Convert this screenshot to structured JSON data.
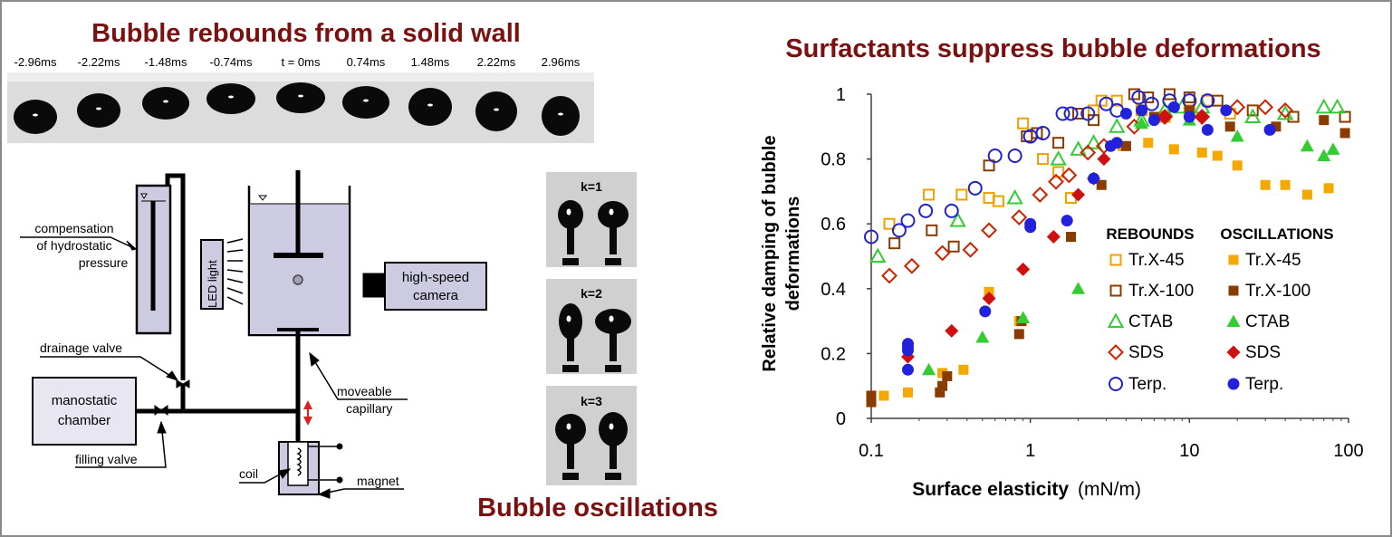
{
  "colors": {
    "title": "#7b1010",
    "frame": "#8a8a8a",
    "panel": "#cdcbe2",
    "axis": "#404040",
    "tr45_open": "#f0a000",
    "tr45_fill": "#f5a800",
    "tr100_open": "#8a3c00",
    "tr100_fill": "#8a3c00",
    "ctab_open": "#33cc33",
    "ctab_fill": "#33cc33",
    "sds_open": "#cc2200",
    "sds_fill": "#d01010",
    "terp_open": "#2222cc",
    "terp_fill": "#2222dd"
  },
  "left": {
    "title_rebound": "Bubble rebounds from a solid wall",
    "frames": [
      "-2.96ms",
      "-2.22ms",
      "-1.48ms",
      "-0.74ms",
      "t = 0ms",
      "0.74ms",
      "1.48ms",
      "2.22ms",
      "2.96ms"
    ],
    "title_osc": "Bubble oscillations",
    "modes": [
      "k=1",
      "k=2",
      "k=3"
    ],
    "labels": {
      "comp1": "compensation",
      "comp2": "of hydrostatic",
      "comp3": "pressure",
      "led": "LED light",
      "cam1": "high-speed",
      "cam2": "camera",
      "drain": "drainage valve",
      "mano1": "manostatic",
      "mano2": "chamber",
      "fill": "filling valve",
      "cap1": "moveable",
      "cap2": "capillary",
      "coil": "coil",
      "magnet": "magnet"
    }
  },
  "chart_data": {
    "type": "scatter",
    "title": "Surfactants suppress bubble deformations",
    "xlabel": "Surface elasticity",
    "xlabel_unit": "(mN/m)",
    "ylabel": "Relative damping of bubble deformations",
    "xscale": "log",
    "xlim": [
      0.1,
      100
    ],
    "ylim": [
      0,
      1
    ],
    "xticks": [
      "0.1",
      "1",
      "10",
      "100"
    ],
    "yticks": [
      "0",
      "0.2",
      "0.4",
      "0.6",
      "0.8",
      "1"
    ],
    "legend_headers": [
      "REBOUNDS",
      "OSCILLATIONS"
    ],
    "legend_entries": [
      "Tr.X-45",
      "Tr.X-100",
      "CTAB",
      "SDS",
      "Terp."
    ],
    "series": [
      {
        "group": "rebounds",
        "name": "Tr.X-45",
        "marker": "square",
        "filled": false,
        "points": [
          [
            0.13,
            0.6
          ],
          [
            0.23,
            0.69
          ],
          [
            0.37,
            0.69
          ],
          [
            0.55,
            0.68
          ],
          [
            0.63,
            0.67
          ],
          [
            0.9,
            0.91
          ],
          [
            1.2,
            0.8
          ],
          [
            1.5,
            0.76
          ],
          [
            1.8,
            0.68
          ],
          [
            2.5,
            0.95
          ],
          [
            2.8,
            0.98
          ],
          [
            3.5,
            0.98
          ],
          [
            5.0,
            0.95
          ],
          [
            7.0,
            0.93
          ],
          [
            10,
            0.95
          ],
          [
            13,
            0.98
          ],
          [
            18,
            0.94
          ]
        ]
      },
      {
        "group": "rebounds",
        "name": "Tr.X-100",
        "marker": "square",
        "filled": false,
        "points": [
          [
            0.14,
            0.54
          ],
          [
            0.24,
            0.58
          ],
          [
            0.33,
            0.53
          ],
          [
            0.55,
            0.78
          ],
          [
            0.95,
            0.87
          ],
          [
            1.1,
            0.88
          ],
          [
            1.5,
            0.85
          ],
          [
            2.0,
            0.94
          ],
          [
            2.5,
            0.92
          ],
          [
            4.5,
            1.0
          ],
          [
            5.5,
            0.99
          ],
          [
            7.5,
            1.0
          ],
          [
            10,
            0.99
          ],
          [
            15,
            0.98
          ],
          [
            25,
            0.95
          ],
          [
            45,
            0.93
          ],
          [
            95,
            0.93
          ]
        ]
      },
      {
        "group": "rebounds",
        "name": "CTAB",
        "marker": "triangle",
        "filled": false,
        "points": [
          [
            0.11,
            0.5
          ],
          [
            0.35,
            0.61
          ],
          [
            0.8,
            0.68
          ],
          [
            1.5,
            0.8
          ],
          [
            2.0,
            0.83
          ],
          [
            2.5,
            0.85
          ],
          [
            3.5,
            0.9
          ],
          [
            5.0,
            0.92
          ],
          [
            7.0,
            0.95
          ],
          [
            9.0,
            0.96
          ],
          [
            12,
            0.96
          ],
          [
            25,
            0.93
          ],
          [
            40,
            0.94
          ],
          [
            70,
            0.96
          ],
          [
            85,
            0.96
          ]
        ]
      },
      {
        "group": "rebounds",
        "name": "SDS",
        "marker": "diamond",
        "filled": false,
        "points": [
          [
            0.13,
            0.44
          ],
          [
            0.18,
            0.47
          ],
          [
            0.28,
            0.51
          ],
          [
            0.42,
            0.52
          ],
          [
            0.55,
            0.58
          ],
          [
            0.85,
            0.62
          ],
          [
            1.15,
            0.69
          ],
          [
            1.45,
            0.73
          ],
          [
            1.75,
            0.75
          ],
          [
            2.3,
            0.82
          ],
          [
            2.9,
            0.84
          ],
          [
            4.5,
            0.9
          ],
          [
            7.0,
            0.93
          ],
          [
            12,
            0.93
          ],
          [
            20,
            0.96
          ],
          [
            30,
            0.96
          ],
          [
            40,
            0.95
          ]
        ]
      },
      {
        "group": "rebounds",
        "name": "Terp.",
        "marker": "circle",
        "filled": false,
        "points": [
          [
            0.1,
            0.56
          ],
          [
            0.15,
            0.58
          ],
          [
            0.17,
            0.61
          ],
          [
            0.22,
            0.64
          ],
          [
            0.32,
            0.64
          ],
          [
            0.45,
            0.71
          ],
          [
            0.6,
            0.81
          ],
          [
            0.8,
            0.81
          ],
          [
            1.0,
            0.87
          ],
          [
            1.2,
            0.88
          ],
          [
            1.6,
            0.94
          ],
          [
            1.8,
            0.94
          ],
          [
            2.3,
            0.94
          ],
          [
            3.0,
            0.97
          ],
          [
            3.5,
            0.95
          ],
          [
            4.8,
            0.99
          ],
          [
            5.8,
            0.97
          ],
          [
            7.5,
            0.98
          ],
          [
            10,
            0.98
          ],
          [
            13,
            0.98
          ]
        ]
      },
      {
        "group": "oscillations",
        "name": "Tr.X-45",
        "marker": "square",
        "filled": true,
        "points": [
          [
            0.12,
            0.07
          ],
          [
            0.17,
            0.08
          ],
          [
            0.28,
            0.14
          ],
          [
            0.38,
            0.15
          ],
          [
            0.55,
            0.39
          ],
          [
            0.85,
            0.3
          ],
          [
            3.8,
            0.84
          ],
          [
            5.5,
            0.85
          ],
          [
            8,
            0.83
          ],
          [
            12,
            0.82
          ],
          [
            15,
            0.81
          ],
          [
            20,
            0.78
          ],
          [
            30,
            0.72
          ],
          [
            40,
            0.72
          ],
          [
            55,
            0.69
          ],
          [
            75,
            0.71
          ]
        ]
      },
      {
        "group": "oscillations",
        "name": "Tr.X-100",
        "marker": "square",
        "filled": true,
        "points": [
          [
            0.1,
            0.05
          ],
          [
            0.1,
            0.07
          ],
          [
            0.27,
            0.08
          ],
          [
            0.28,
            0.1
          ],
          [
            0.3,
            0.13
          ],
          [
            0.85,
            0.26
          ],
          [
            0.88,
            0.3
          ],
          [
            1.8,
            0.56
          ],
          [
            2.8,
            0.72
          ],
          [
            4.0,
            0.84
          ],
          [
            6.0,
            0.93
          ],
          [
            10,
            0.95
          ],
          [
            18,
            0.9
          ],
          [
            35,
            0.9
          ],
          [
            70,
            0.92
          ],
          [
            95,
            0.88
          ]
        ]
      },
      {
        "group": "oscillations",
        "name": "CTAB",
        "marker": "triangle",
        "filled": true,
        "points": [
          [
            0.23,
            0.15
          ],
          [
            0.5,
            0.25
          ],
          [
            0.9,
            0.31
          ],
          [
            2.0,
            0.4
          ],
          [
            5.0,
            0.91
          ],
          [
            10,
            0.92
          ],
          [
            20,
            0.87
          ],
          [
            55,
            0.84
          ],
          [
            70,
            0.81
          ],
          [
            80,
            0.83
          ]
        ]
      },
      {
        "group": "oscillations",
        "name": "SDS",
        "marker": "diamond",
        "filled": true,
        "points": [
          [
            0.17,
            0.19
          ],
          [
            0.32,
            0.27
          ],
          [
            0.55,
            0.37
          ],
          [
            0.9,
            0.46
          ],
          [
            1.4,
            0.56
          ],
          [
            2.0,
            0.69
          ],
          [
            2.5,
            0.74
          ],
          [
            2.9,
            0.8
          ],
          [
            7.0,
            0.93
          ],
          [
            12,
            0.93
          ]
        ]
      },
      {
        "group": "oscillations",
        "name": "Terp.",
        "marker": "circle",
        "filled": true,
        "points": [
          [
            0.17,
            0.15
          ],
          [
            0.17,
            0.21
          ],
          [
            0.17,
            0.22
          ],
          [
            0.17,
            0.23
          ],
          [
            0.52,
            0.33
          ],
          [
            1.0,
            0.59
          ],
          [
            1.0,
            0.6
          ],
          [
            1.7,
            0.61
          ],
          [
            2.5,
            0.74
          ],
          [
            3.2,
            0.84
          ],
          [
            3.5,
            0.85
          ],
          [
            4.0,
            0.94
          ],
          [
            5.0,
            0.95
          ],
          [
            6.0,
            0.92
          ],
          [
            8.0,
            0.96
          ],
          [
            10,
            0.93
          ],
          [
            13,
            0.89
          ],
          [
            17,
            0.95
          ],
          [
            32,
            0.89
          ]
        ]
      }
    ]
  }
}
